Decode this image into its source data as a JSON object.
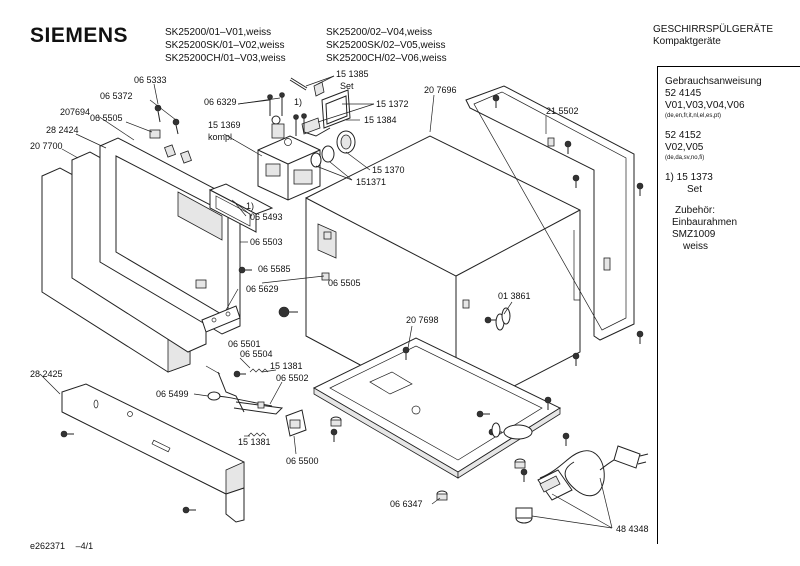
{
  "header": {
    "brand": "SIEMENS",
    "models_col1": [
      "SK25200/01–V01,weiss",
      "SK25200SK/01–V02,weiss",
      "SK25200CH/01–V03,weiss"
    ],
    "models_col2": [
      "SK25200/02–V04,weiss",
      "SK25200SK/02–V05,weiss",
      "SK25200CH/02–V06,weiss"
    ],
    "category": "GESCHIRRSPÜLGERÄTE",
    "subcategory": "Kompaktgeräte"
  },
  "side_panel": {
    "manual_heading": "Gebrauchsanweisung",
    "manual1_number": "52 4145",
    "manual1_versions": "V01,V03,V04,V06",
    "manual1_langs": "(de,en,fr,it,nl,el,es,pt)",
    "manual2_number": "52 4152",
    "manual2_versions": "V02,V05",
    "manual2_langs": "(de,da,sv,no,fi)",
    "footnote_1": "1) 15 1373",
    "footnote_1_set": "Set",
    "accessory_heading": "Zubehör:",
    "accessory_name": "Einbaurahmen",
    "accessory_code": "SMZ1009",
    "accessory_color": "weiss"
  },
  "part_labels": {
    "p_065333": "06 5333",
    "p_065372": "06 5372",
    "p_207694": "207694",
    "p_065505a": "06 5505",
    "p_282424": "28 2424",
    "p_207700": "20 7700",
    "p_066329": "06 6329",
    "p_151385": "15 1385",
    "p_151385_set": "Set",
    "p_fn1a": "1)",
    "p_151372": "15 1372",
    "p_151384": "15 1384",
    "p_207696": "20 7696",
    "p_215502": "21 5502",
    "p_151369": "15 1369",
    "p_151369_k": "kompl.",
    "p_fn1b": "1)",
    "p_151370": "15 1370",
    "p_151371": "151371",
    "p_065493": "06 5493",
    "p_065503": "06 5503",
    "p_065585": "06 5585",
    "p_065505b": "06 5505",
    "p_065629": "06 5629",
    "p_013861": "01 3861",
    "p_207698": "20 7698",
    "p_065501": "06 5501",
    "p_065504": "06 5504",
    "p_151381a": "15 1381",
    "p_065502": "06 5502",
    "p_282425": "28 2425",
    "p_065499": "06 5499",
    "p_151381b": "15 1381",
    "p_065500": "06 5500",
    "p_066347": "06 6347",
    "p_484348": "48 4348"
  },
  "footer": {
    "document_id": "e262371",
    "page": "–4/1"
  }
}
